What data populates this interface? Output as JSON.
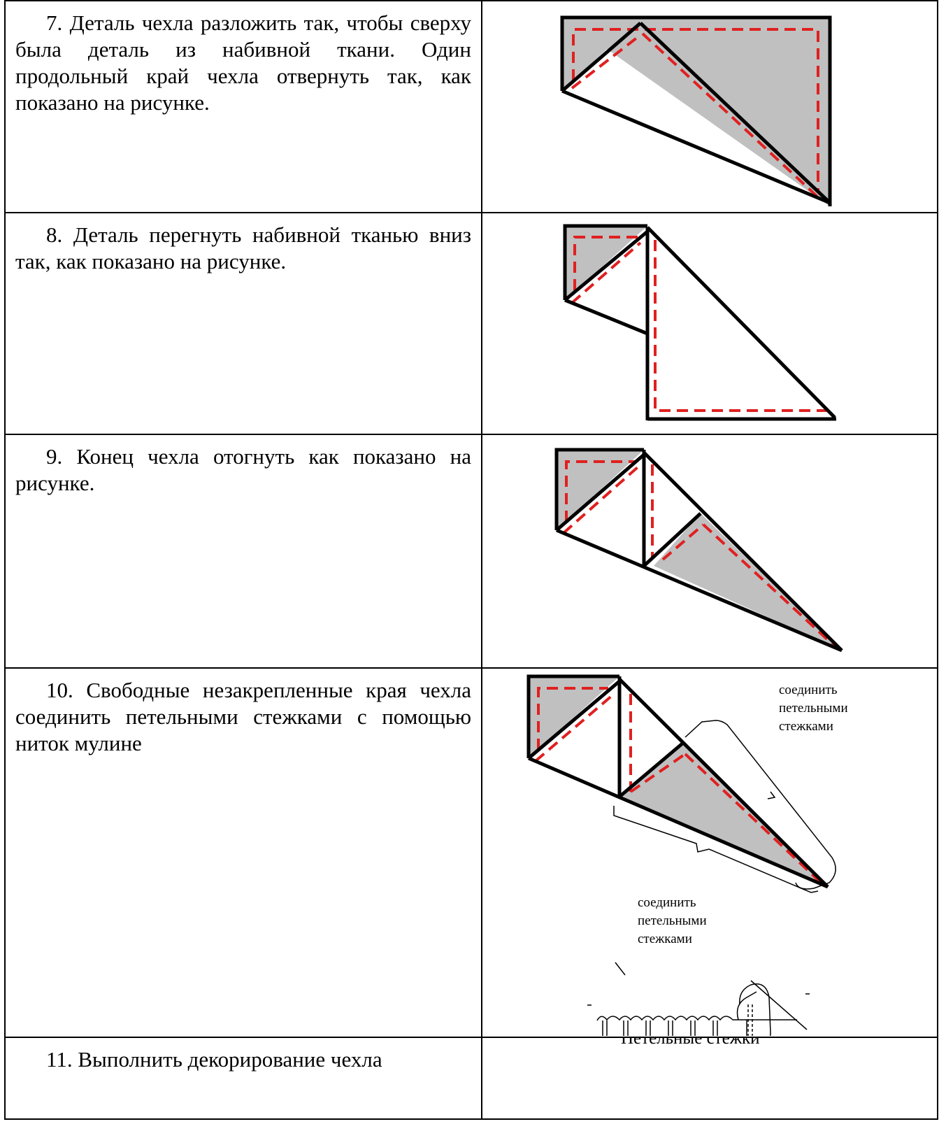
{
  "steps": [
    {
      "text": "7.  Деталь чехла разложить так, чтобы сверху была деталь из набивной ткани. Один продольный край чехла отвернуть так, как показано на рисунке."
    },
    {
      "text": "8.  Деталь перегнуть набивной тканью вниз так, как показано на рисунке."
    },
    {
      "text": "9.  Конец чехла отогнуть как показано на рисунке."
    },
    {
      "text": "10. Свободные незакрепленные края чехла соединить петельными стежками с помощью ниток мулине"
    },
    {
      "text": "11. Выполнить декорирование чехла"
    }
  ],
  "figure10": {
    "label_right": [
      "соединить",
      "петельными",
      "стежками"
    ],
    "label_bottom": [
      "соединить",
      "петельными",
      "стежками"
    ],
    "caption": "Петельные стежки"
  },
  "colors": {
    "fill": "#c0c0c0",
    "dash": "#e02020",
    "line": "#000000"
  }
}
